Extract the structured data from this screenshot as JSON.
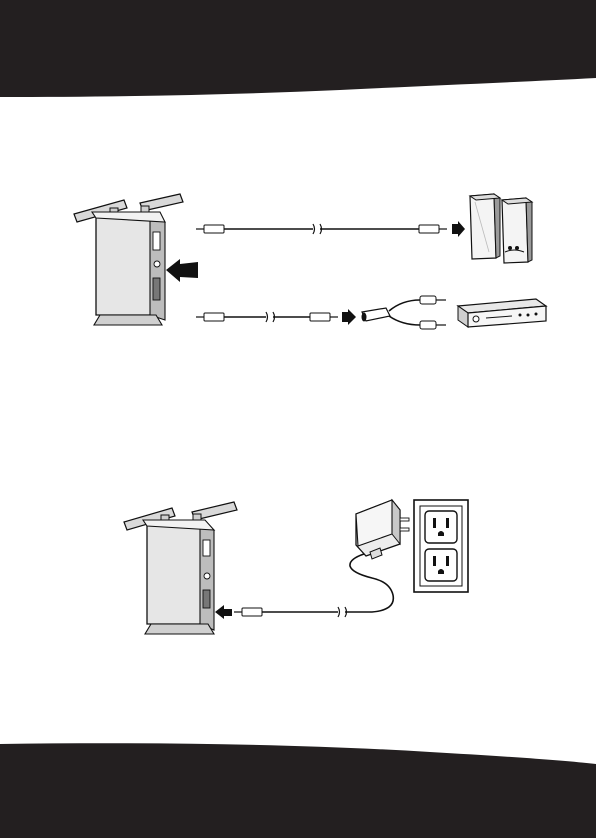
{
  "colors": {
    "band": "#231f20",
    "paper": "#ffffff",
    "device_fill": "#e3e3e3",
    "device_side": "#bdbdbd",
    "line": "#111111"
  },
  "figures": [
    {
      "name": "audio-connection-diagram",
      "items": [
        "transmitter",
        "audio-cable",
        "speakers",
        "audio-cable",
        "rca-adapter",
        "stereo-receiver"
      ]
    },
    {
      "name": "power-connection-diagram",
      "items": [
        "transmitter",
        "ac-adapter",
        "wall-outlet"
      ]
    }
  ],
  "icons": [
    "arrow-left-icon",
    "arrow-right-icon",
    "break-mark-icon",
    "audio-plug-icon",
    "rca-plug-icon"
  ]
}
